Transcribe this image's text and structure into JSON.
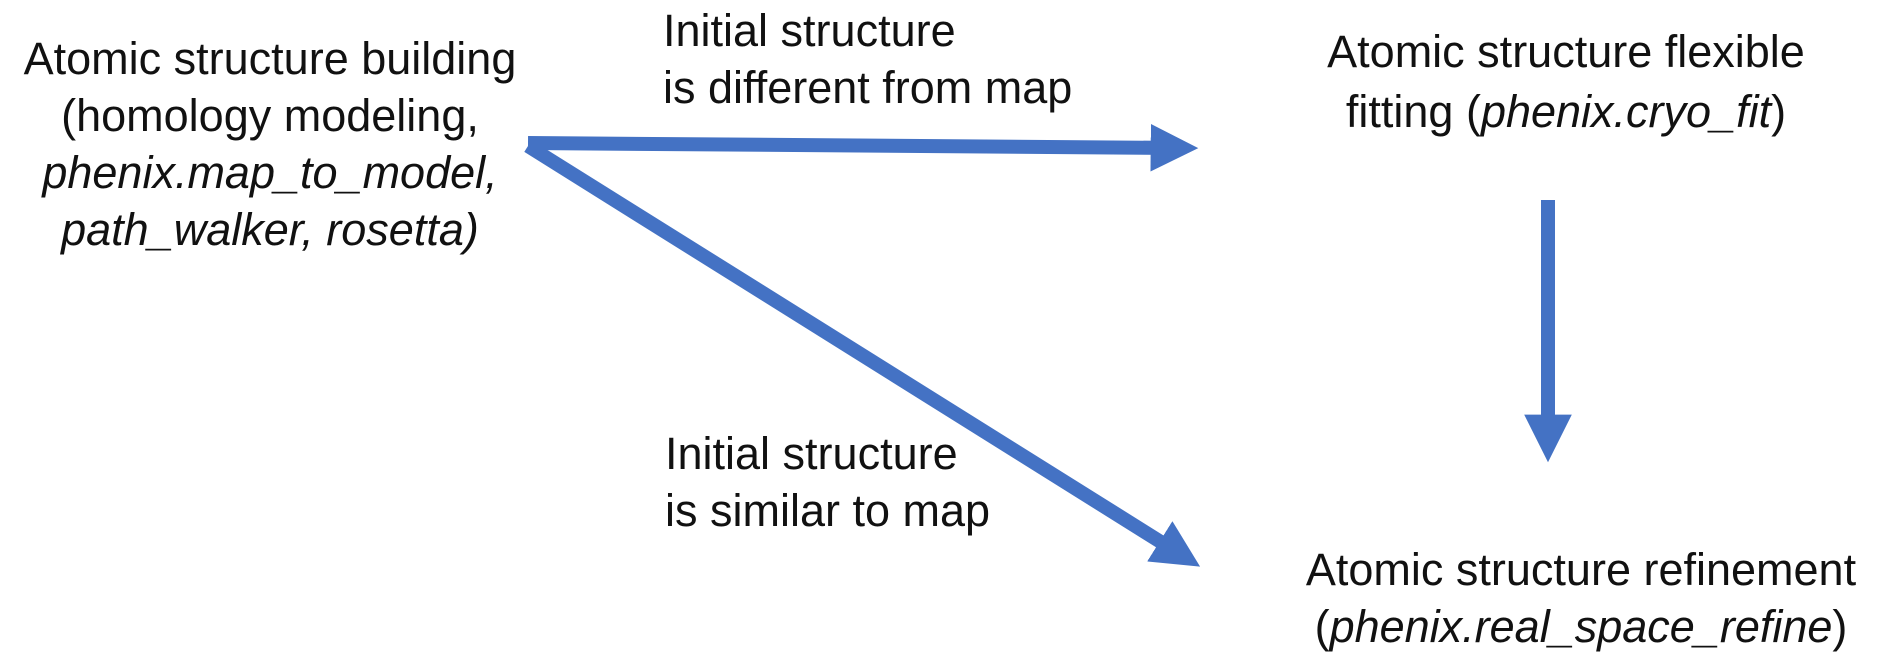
{
  "colors": {
    "arrow_accent": "#4472C4",
    "text": "#111111",
    "background": "#FFFFFF"
  },
  "diagram": {
    "nodes": {
      "building": {
        "line1": "Atomic structure building",
        "line2": "(homology modeling,",
        "line3_italic": "phenix.map_to_model,",
        "line4_italic": "path_walker, rosetta)"
      },
      "flexible_fitting": {
        "line1": "Atomic structure flexible",
        "line2_prefix": "fitting (",
        "line2_italic": "phenix.cryo_fit",
        "line2_suffix": ")"
      },
      "refinement": {
        "line1": "Atomic structure refinement",
        "line2_prefix": "(",
        "line2_italic": "phenix.real_space_refine",
        "line2_suffix": ")"
      }
    },
    "edges": {
      "building_to_flexible_fitting": {
        "from": "building",
        "to": "flexible_fitting",
        "label_line1": "Initial structure",
        "label_line2": "is different from map"
      },
      "building_to_refinement": {
        "from": "building",
        "to": "refinement",
        "label_line1": "Initial structure",
        "label_line2": "is similar to map"
      },
      "flexible_fitting_to_refinement": {
        "from": "flexible_fitting",
        "to": "refinement"
      }
    }
  }
}
